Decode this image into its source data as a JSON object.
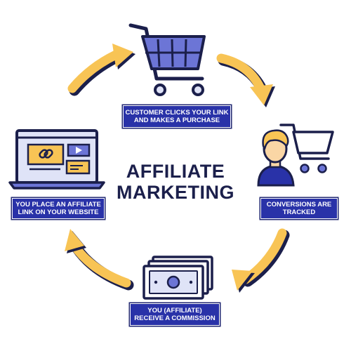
{
  "title": {
    "line1": "AFFILIATE",
    "line2": "MARKETING"
  },
  "steps": [
    {
      "line1": "CUSTOMER CLICKS YOUR LINK",
      "line2": "AND MAKES A PURCHASE"
    },
    {
      "line1": "CONVERSIONS ARE",
      "line2": "TRACKED"
    },
    {
      "line1": "YOU (AFFILIATE)",
      "line2": "RECEIVE A COMMISSION"
    },
    {
      "line1": "YOU PLACE AN AFFILIATE",
      "line2": "LINK ON YOUR WEBSITE"
    }
  ],
  "icons": [
    "shopping-cart-icon",
    "customer-with-cart-icon",
    "cash-stack-icon",
    "laptop-icon"
  ],
  "colors": {
    "navy": "#1b1f4b",
    "label_blue": "#2932a8",
    "arrow_yellow": "#f8c455",
    "accent_periwinkle": "#6c75d6",
    "light_blue": "#dfe3f7"
  }
}
